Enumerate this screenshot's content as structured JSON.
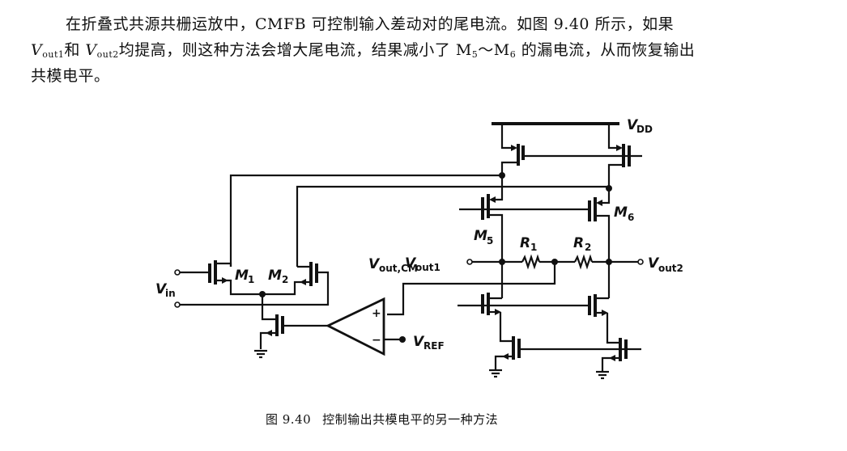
{
  "paragraph": {
    "line1": "在折叠式共源共栅运放中，CMFB 可控制输入差动对的尾电流。如图 9.40 所示，如果",
    "line2_var1": "V",
    "line2_sub1": "out1",
    "line2_mid1": "和 ",
    "line2_var2": "V",
    "line2_sub2": "out2",
    "line2_mid2": "均提高，则这种方法会增大尾电流，结果减小了 M",
    "line2_sub3": "5",
    "line2_mid3": "～M",
    "line2_sub4": "6",
    "line2_end": " 的漏电流，从而恢复输出",
    "line3": "共模电平。"
  },
  "figure": {
    "labels": {
      "vdd": "V",
      "vdd_sub": "DD",
      "m1": "M",
      "m1_sub": "1",
      "m2": "M",
      "m2_sub": "2",
      "m5": "M",
      "m5_sub": "5",
      "m6": "M",
      "m6_sub": "6",
      "r1": "R",
      "r1_sub": "1",
      "r2": "R",
      "r2_sub": "2",
      "vin": "V",
      "vin_sub": "in",
      "voutcm": "V",
      "voutcm_sub": "out,CM",
      "vout1": "V",
      "vout1_sub": "out1",
      "vout2": "V",
      "vout2_sub": "out2",
      "vref": "V",
      "vref_sub": "REF",
      "plus": "+",
      "minus": "−"
    },
    "caption_number": "图 9.40",
    "caption_text": "控制输出共模电平的另一种方法"
  }
}
